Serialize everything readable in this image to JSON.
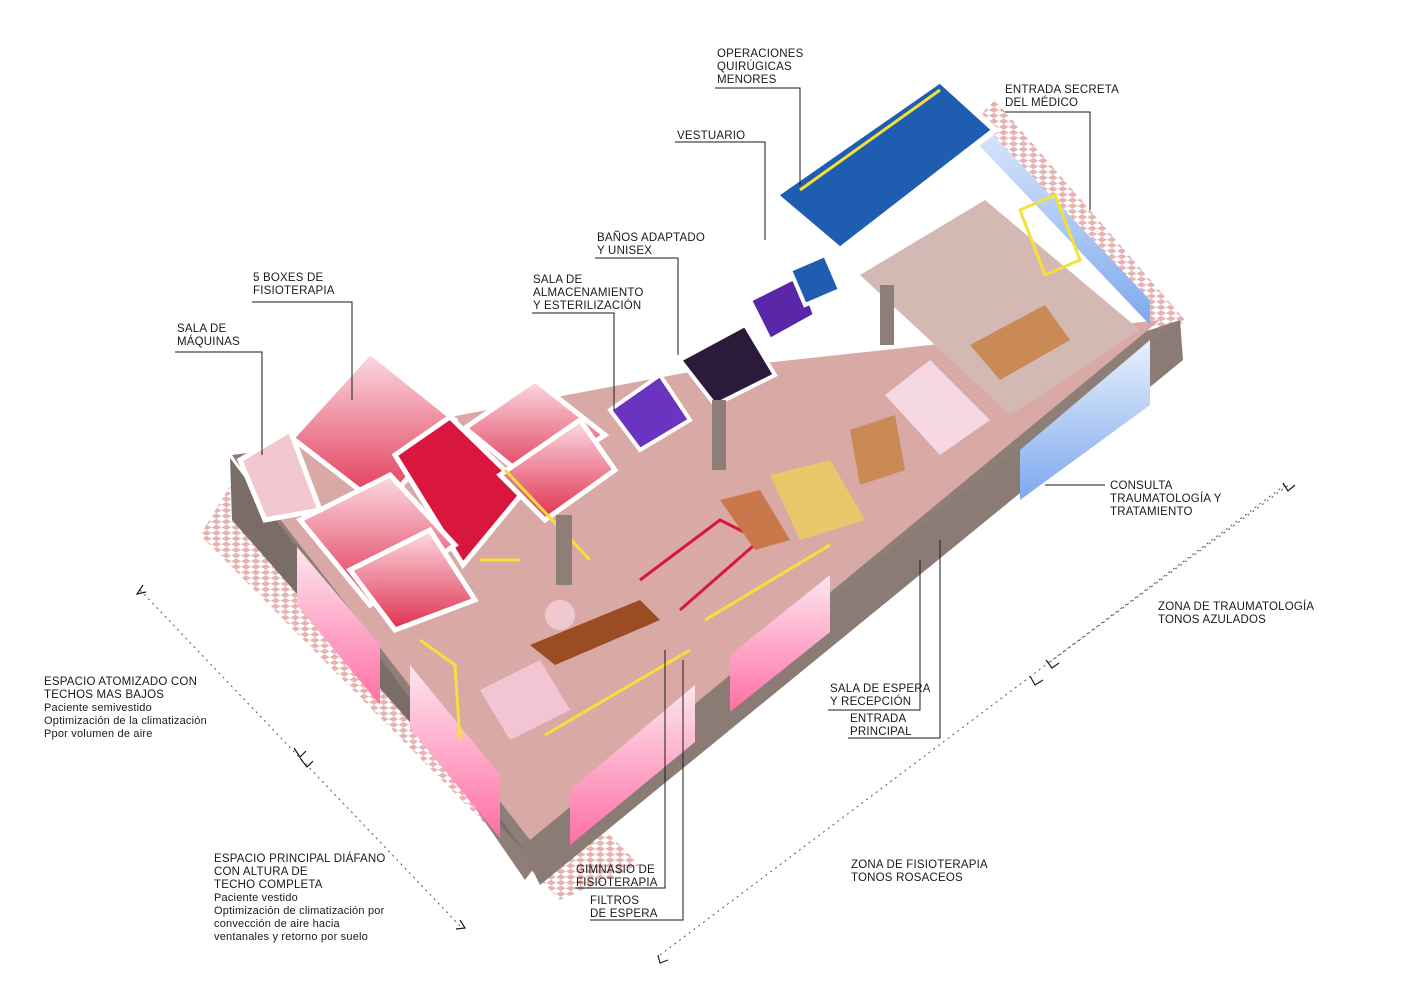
{
  "labels": {
    "operaciones": [
      "OPERACIONES",
      "QUIRÚGICAS",
      "MENORES"
    ],
    "entrada_secreta": [
      "ENTRADA SECRETA",
      "DEL MÉDICO"
    ],
    "vestuario": [
      "VESTUARIO"
    ],
    "banos": [
      "BAÑOS ADAPTADO",
      "Y UNISEX"
    ],
    "almacenamiento": [
      "SALA DE",
      "ALMACENAMIENTO",
      "Y ESTERILIZACIÓN"
    ],
    "boxes": [
      "5 BOXES DE",
      "FISIOTERAPIA"
    ],
    "maquinas": [
      "SALA DE",
      "MÁQUINAS"
    ],
    "consulta": [
      "CONSULTA",
      "TRAUMATOLOGÍA Y",
      "TRATAMIENTO"
    ],
    "zona_trauma": [
      "ZONA DE TRAUMATOLOGÍA",
      "TONOS AZULADOS"
    ],
    "sala_espera": [
      "SALA DE ESPERA",
      "Y RECEPCIÓN"
    ],
    "entrada_principal": [
      "ENTRADA",
      "PRINCIPAL"
    ],
    "gimnasio": [
      "GIMNASIO DE",
      "FISIOTERAPIA"
    ],
    "filtros": [
      "FILTROS",
      "DE ESPERA"
    ],
    "zona_fisio": [
      "ZONA DE FISIOTERAPIA",
      "TONOS ROSACEOS"
    ]
  },
  "notes": {
    "atomizado": {
      "title": [
        "ESPACIO ATOMIZADO CON",
        "TECHOS MAS BAJOS"
      ],
      "body": [
        "Paciente semivestido",
        "Optimización de la climatización",
        "Ppor volumen de aire"
      ]
    },
    "diafano": {
      "title": [
        "ESPACIO PRINCIPAL DIÁFANO",
        "CON ALTURA DE",
        "TECHO COMPLETA"
      ],
      "body": [
        "Paciente vestido",
        "Optimización de climatización por",
        "convección de aire hacia",
        "ventanales y retorno por suelo"
      ]
    }
  },
  "colors": {
    "pink_floor": "#d9a9a6",
    "wall_pink": "#f7d4dc",
    "box_red": "#d8163e",
    "trauma_blue": "#1f5db0",
    "storage_purple": "#5a27a8",
    "accent_yellow": "#f5e03a",
    "window_pink": "#ff7fb0",
    "window_blue": "#8fb6f0",
    "wall_gray": "#8d7f78",
    "checker": "#e8b4b4"
  },
  "icons": [
    "arrow-icon"
  ]
}
